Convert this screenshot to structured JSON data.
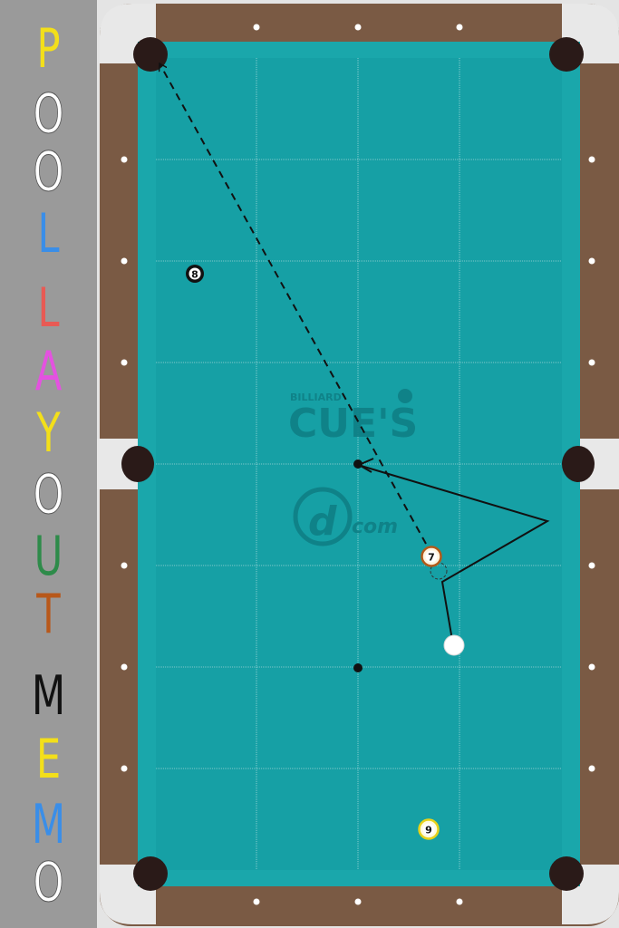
{
  "app": {
    "title_letters": [
      {
        "ch": "P",
        "color": "#f3df1a"
      },
      {
        "ch": "O",
        "color": "#ffffff"
      },
      {
        "ch": "O",
        "color": "#ffffff"
      },
      {
        "ch": "L",
        "color": "#3a8ee8"
      },
      {
        "ch": "L",
        "color": "#e85a54"
      },
      {
        "ch": "A",
        "color": "#e452e0"
      },
      {
        "ch": "Y",
        "color": "#f3df1a"
      },
      {
        "ch": "O",
        "color": "#ffffff"
      },
      {
        "ch": "U",
        "color": "#2e8b4a"
      },
      {
        "ch": "T",
        "color": "#b8581a"
      },
      {
        "ch": "M",
        "color": "#111111"
      },
      {
        "ch": "E",
        "color": "#f3df1a"
      },
      {
        "ch": "M",
        "color": "#3a8ee8"
      },
      {
        "ch": "O",
        "color": "#ffffff"
      }
    ]
  },
  "watermark": {
    "small": "BILLIARD",
    "big": "CUE'S",
    "com": "com"
  },
  "colors": {
    "cloth": "#16a0a5",
    "cushion": "#1aa7ab",
    "rail": "#7a5a44",
    "corner": "#e8e8e8",
    "pocket": "#2a1a18"
  },
  "balls": [
    {
      "number": "8",
      "style": "black"
    },
    {
      "number": "7",
      "style": "stripe-orange"
    },
    {
      "number": "9",
      "style": "stripe-yellow"
    },
    {
      "number": "",
      "style": "cue"
    }
  ]
}
